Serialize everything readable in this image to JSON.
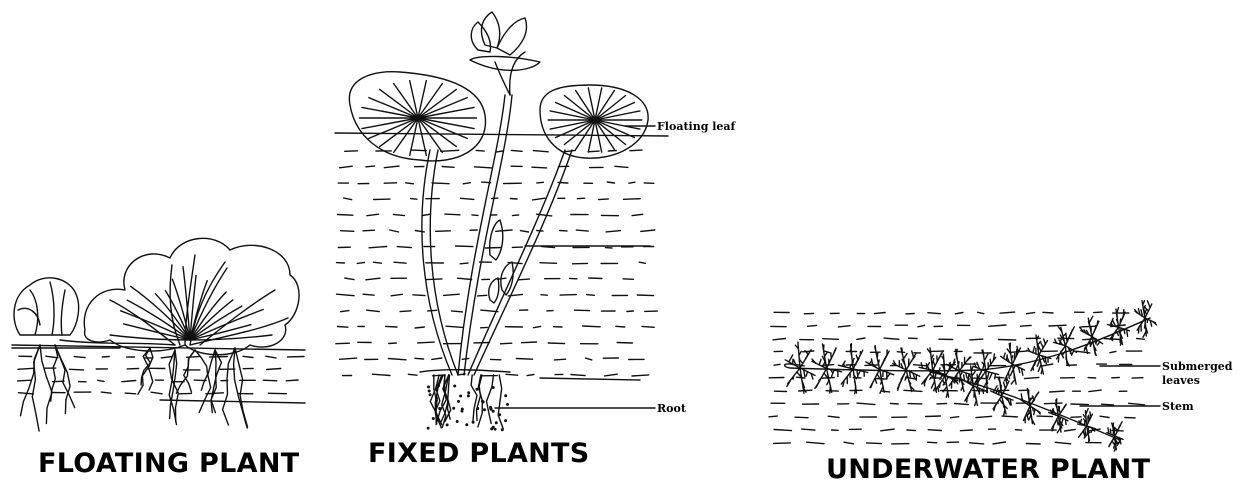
{
  "captions": {
    "floating": "FLOATING PLANT",
    "fixed": "FIXED PLANTS",
    "underwater": "UNDERWATER PLANT"
  },
  "labels": {
    "floating_leaf": "Floating leaf",
    "root": "Root",
    "submerged_line1": "Submerged",
    "submerged_line2": "leaves",
    "stem": "Stem"
  }
}
